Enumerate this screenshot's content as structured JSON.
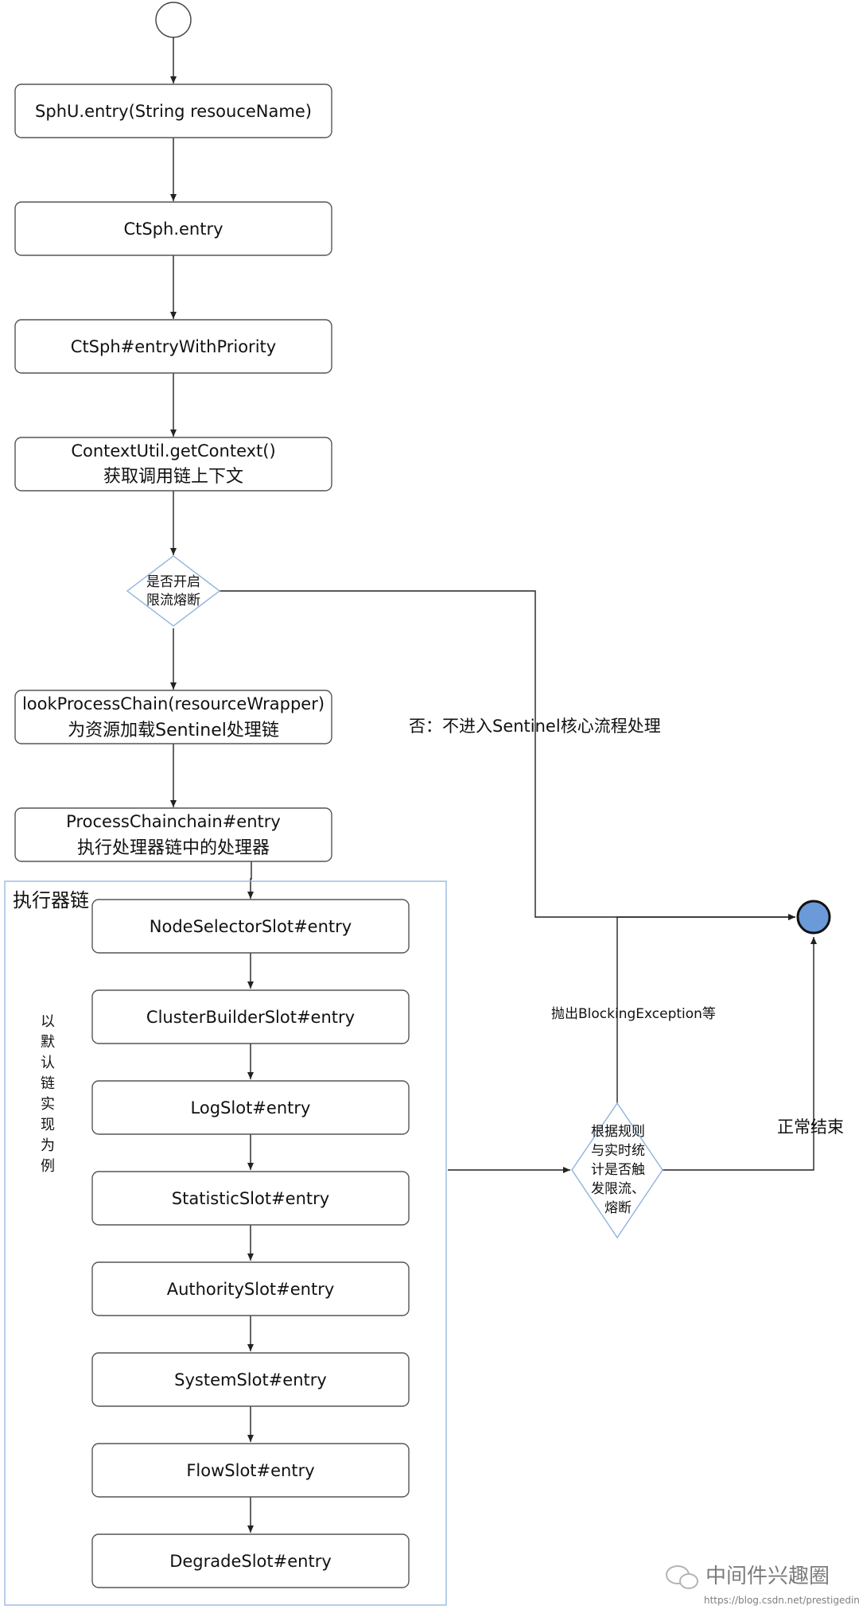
{
  "nodes": {
    "sphu_entry": "SphU.entry(String resouceName)",
    "ctsph_entry": "CtSph.entry",
    "entry_with_priority": "CtSph#entryWithPriority",
    "get_context_line1": "ContextUtil.getContext()",
    "get_context_line2": "获取调用链上下文",
    "decision1_line1": "是否开启",
    "decision1_line2": "限流熔断",
    "lookup_line1": "lookProcessChain(resourceWrapper)",
    "lookup_line2": "为资源加载Sentinel处理链",
    "process_chain_line1": "ProcessChainchain#entry",
    "process_chain_line2": "执行处理器链中的处理器"
  },
  "chain": {
    "title": "执行器链",
    "side_note": [
      "以",
      "默",
      "认",
      "链",
      "实",
      "现",
      "为",
      "例"
    ],
    "slots": [
      "NodeSelectorSlot#entry",
      "ClusterBuilderSlot#entry",
      "LogSlot#entry",
      "StatisticSlot#entry",
      "AuthoritySlot#entry",
      "SystemSlot#entry",
      "FlowSlot#entry",
      "DegradeSlot#entry"
    ]
  },
  "decision2": [
    "根据规则",
    "与实时统",
    "计是否触",
    "发限流、",
    "熔断"
  ],
  "labels": {
    "no_branch": "否：不进入Sentinel核心流程处理",
    "throw_exception": "抛出BlockingException等",
    "normal_end": "正常结束"
  },
  "watermark": {
    "brand": "中间件兴趣圈",
    "url": "https://blog.csdn.net/prestigeding"
  },
  "colors": {
    "end_node": "#6a9bd8",
    "chain_border": "#8fb3de"
  }
}
